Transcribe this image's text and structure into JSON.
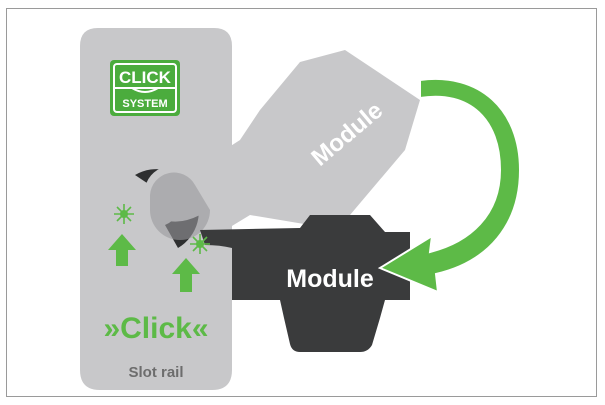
{
  "logo": {
    "line1": "CLICK",
    "line2": "SYSTEM"
  },
  "labels": {
    "module_tilted": "Module",
    "module_seated": "Module",
    "click": "»Click«",
    "slot_rail": "Slot rail"
  },
  "colors": {
    "rail": "#c8c8ca",
    "rail_text": "#6d6d6d",
    "module_tilted": "#c8c8ca",
    "module_seated": "#3a3b3c",
    "accent_green": "#5dba47",
    "logo_green": "#4bac3d",
    "white": "#ffffff"
  },
  "icons": {
    "rotate_arrow": "curved-arrow-icon",
    "up_arrow": "up-arrow-icon",
    "spark": "spark-icon"
  }
}
